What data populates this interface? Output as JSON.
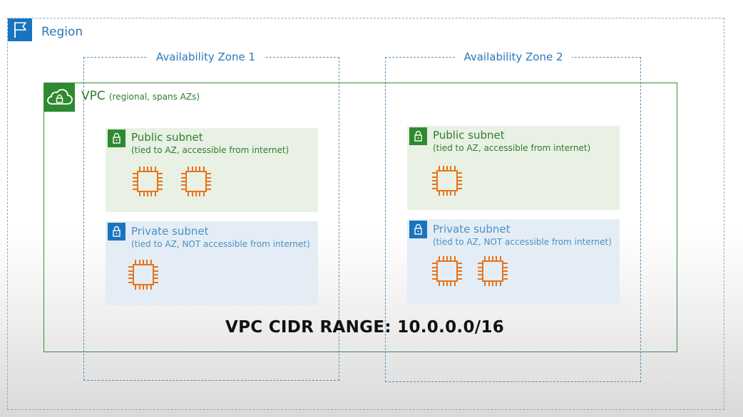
{
  "region": {
    "label": "Region",
    "icon": "flag-icon"
  },
  "availability_zones": [
    {
      "label": "Availability Zone 1"
    },
    {
      "label": "Availability Zone 2"
    }
  ],
  "vpc": {
    "label": "VPC",
    "sublabel": "(regional, spans AZs)",
    "icon": "cloud-lock-icon"
  },
  "subnets": [
    {
      "title": "Public subnet",
      "desc": "(tied to AZ, accessible from internet)",
      "type": "public",
      "instances": 2
    },
    {
      "title": "Private subnet",
      "desc": "(tied to AZ, NOT accessible from internet)",
      "type": "private",
      "instances": 1
    },
    {
      "title": "Public subnet",
      "desc": "(tied to AZ, accessible from internet)",
      "type": "public",
      "instances": 1
    },
    {
      "title": "Private subnet",
      "desc": "(tied to AZ, NOT accessible from internet)",
      "type": "private",
      "instances": 2
    }
  ],
  "cidr_text": "VPC CIDR RANGE: 10.0.0.0/16",
  "colors": {
    "region": "#1a73bf",
    "vpc": "#2f8a2f",
    "chip": "#e8731a"
  }
}
